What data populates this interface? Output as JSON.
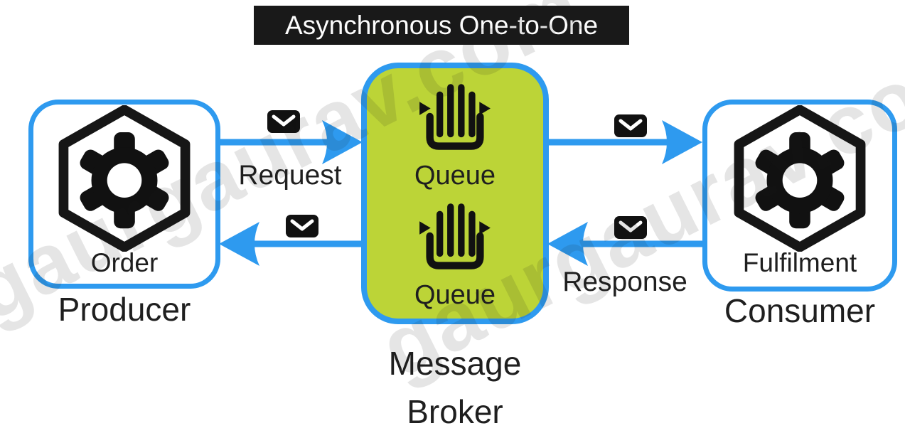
{
  "title": {
    "label": "Asynchronous One-to-One"
  },
  "watermark": {
    "text": "gaurgaurav.com"
  },
  "producer": {
    "node_label": "Order",
    "caption": "Producer",
    "icon": "gear-hexagon-icon"
  },
  "broker": {
    "caption_line1": "Message",
    "caption_line2": "Broker",
    "queues": [
      {
        "label": "Queue",
        "icon": "queue-icon"
      },
      {
        "label": "Queue",
        "icon": "queue-icon"
      }
    ]
  },
  "consumer": {
    "node_label": "Fulfilment",
    "caption": "Consumer",
    "icon": "gear-hexagon-icon"
  },
  "flows": {
    "request_label": "Request",
    "response_label": "Response",
    "message_icon": "envelope-icon"
  },
  "colors": {
    "accent_blue": "#2e9aef",
    "broker_green": "#bcd437",
    "ink_black": "#161616"
  }
}
